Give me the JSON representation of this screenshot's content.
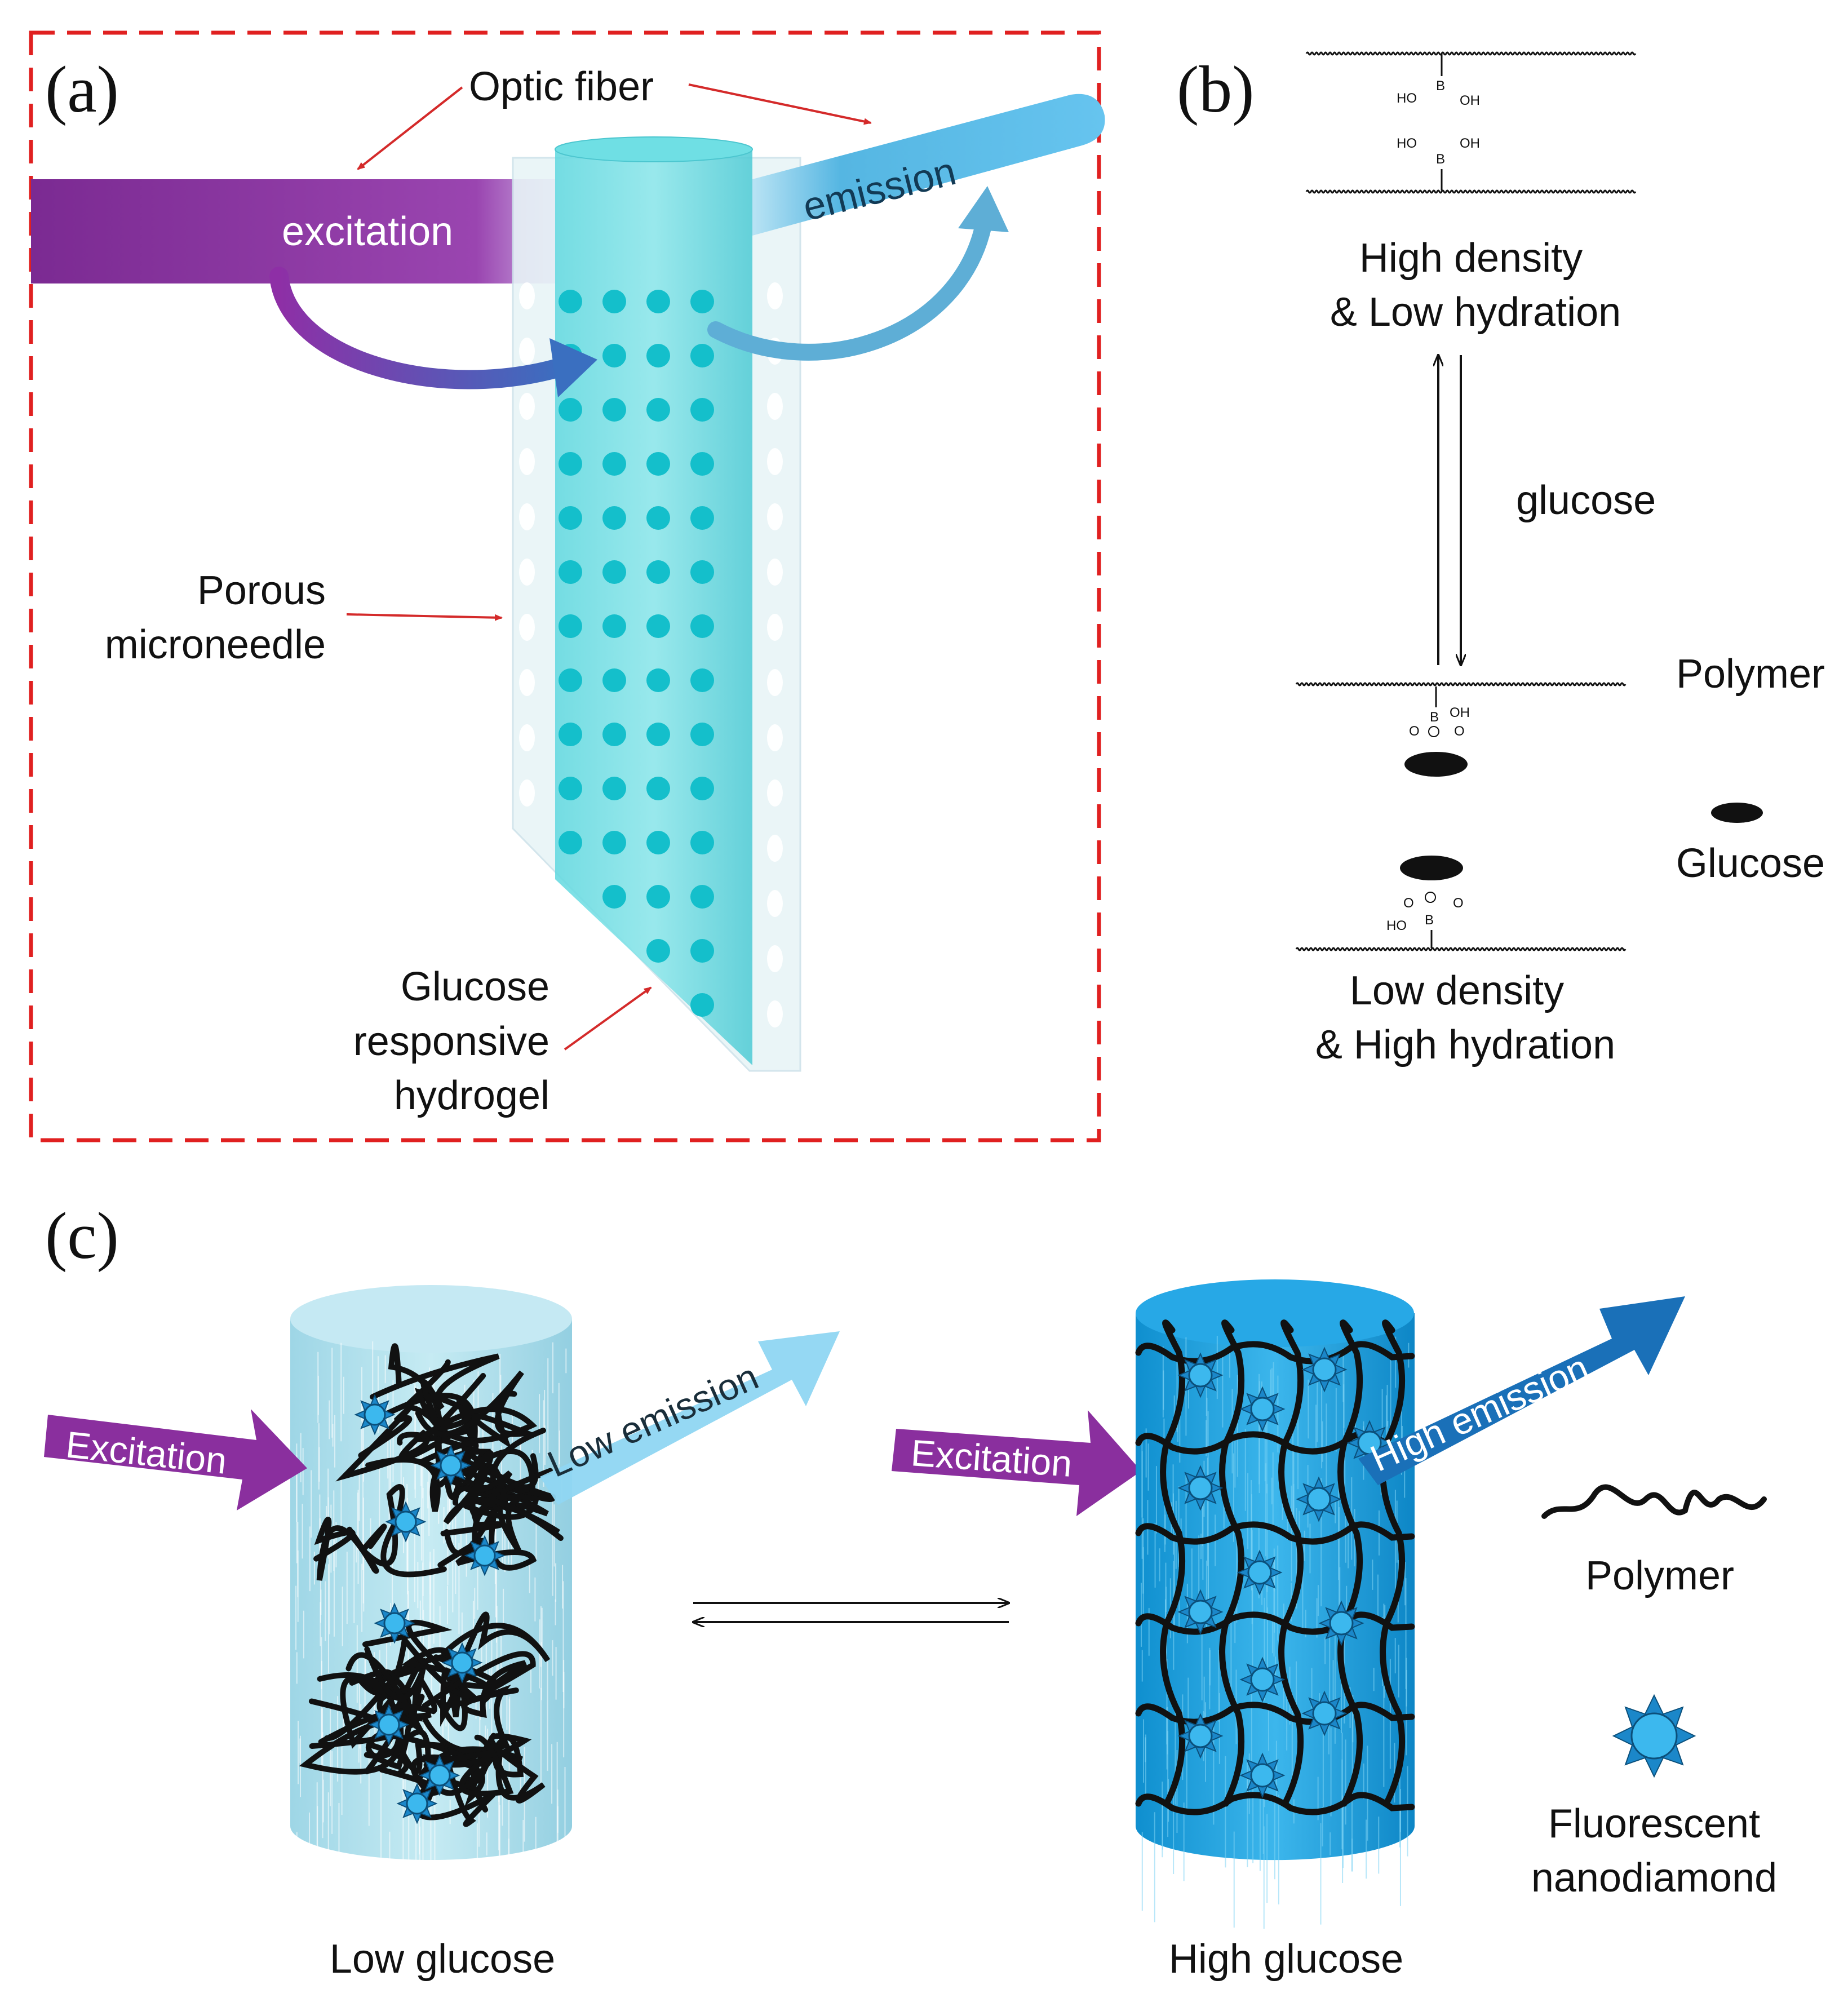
{
  "panel_a": {
    "label": "(a)",
    "optic_fiber": "Optic fiber",
    "excitation": "excitation",
    "emission": "emission",
    "porous_line1": "Porous",
    "porous_line2": "microneedle",
    "hydrogel_line1": "Glucose",
    "hydrogel_line2": "responsive",
    "hydrogel_line3": "hydrogel"
  },
  "panel_b": {
    "label": "(b)",
    "top_line1": "High density",
    "top_line2": "& Low hydration",
    "arrow_label": "glucose",
    "polymer": "Polymer",
    "glucose": "Glucose",
    "bottom_line1": "Low density",
    "bottom_line2": "& High hydration",
    "chem_ho": "HO",
    "chem_b": "B",
    "chem_oh": "OH",
    "chem_o": "O"
  },
  "panel_c": {
    "label": "(c)",
    "excitation": "Excitation",
    "low_emission": "Low emission",
    "high_emission": "High emission",
    "low_glucose": "Low glucose",
    "high_glucose": "High glucose",
    "legend_polymer": "Polymer",
    "legend_nd_line1": "Fluorescent",
    "legend_nd_line2": "nanodiamond"
  },
  "colors": {
    "dashed_border": "#e02020",
    "pointer": "#d42a2a",
    "excitation": "#8a2f9e",
    "emission": "#4fb0de",
    "hydrogel": "#17c4d0",
    "low_cyl": "#a9dcea",
    "high_cyl": "#1aa0e0",
    "high_arrow": "#1a70b8"
  }
}
